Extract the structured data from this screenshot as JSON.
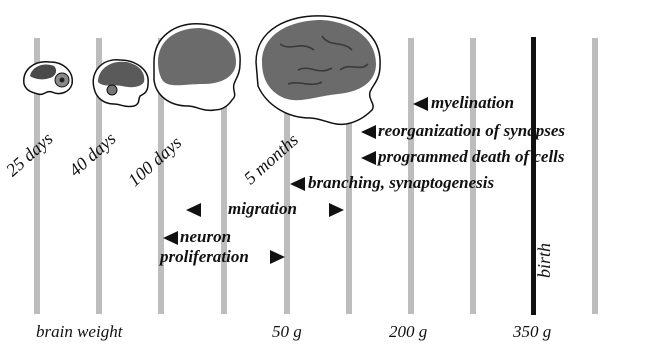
{
  "ages": {
    "d25": "25 days",
    "d40": "40 days",
    "d100": "100 days",
    "m5": "5 months"
  },
  "processes": {
    "myelination": "myelination",
    "reorganization": "reorganization of synapses",
    "programmed_death": "programmed death of cells",
    "branching": "branching, synaptogenesis",
    "migration": "migration",
    "neuron": "neuron",
    "proliferation": "proliferation"
  },
  "weights": {
    "label": "brain weight",
    "w50": "50 g",
    "w200": "200 g",
    "w350": "350 g"
  },
  "birth": "birth",
  "colors": {
    "timeline_line": "#bdbdbd",
    "birth_line": "#111111",
    "brain_fill": "#6b6b6b",
    "text": "#111111"
  }
}
